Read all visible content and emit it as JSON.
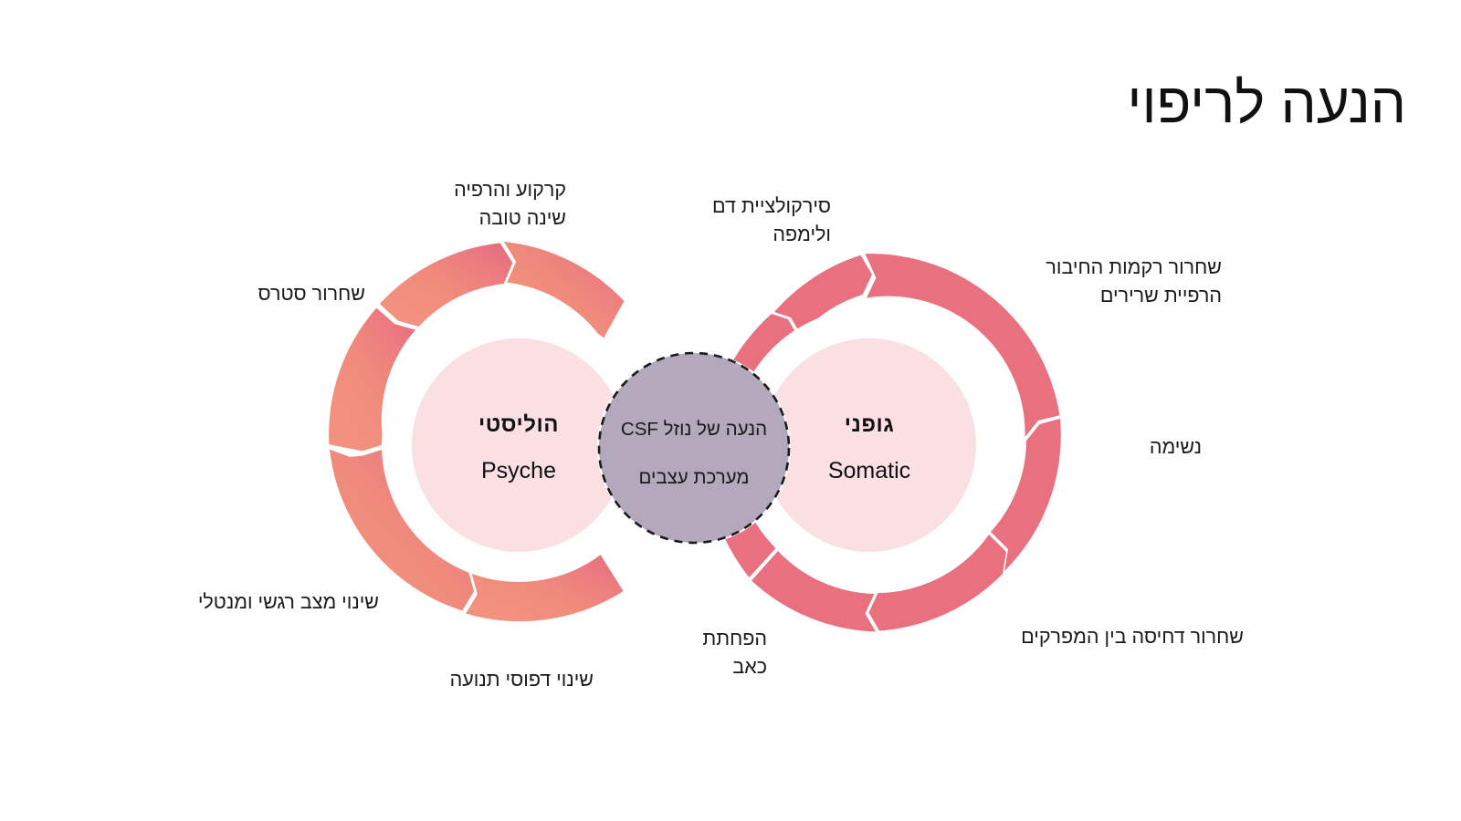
{
  "page": {
    "title": "הנעה לריפוי",
    "background": "#ffffff"
  },
  "colors": {
    "left_ring_start": "#F2917C",
    "left_ring_end": "#E8707F",
    "right_ring": "#E8707F",
    "inner_disc": "#FAE0E2",
    "center_disc": "#B4A8BC",
    "center_border": "#1a1a1a",
    "text": "#1a1a1a"
  },
  "left_lobe": {
    "core_hebrew": "הוליסטי",
    "core_english": "Psyche",
    "labels": [
      {
        "id": "grounding-relaxation",
        "text": "קרקוע והרפיה\nשינה טובה"
      },
      {
        "id": "stress-release",
        "text": "שחרור סטרס"
      },
      {
        "id": "emotional-mental-shift",
        "text": "שינוי מצב רגשי ומנטלי"
      },
      {
        "id": "movement-patterns",
        "text": "שינוי דפוסי תנועה"
      }
    ]
  },
  "right_lobe": {
    "core_hebrew": "גופני",
    "core_english": "Somatic",
    "labels": [
      {
        "id": "blood-lymph-circulation",
        "text": "סירקולציית דם\nולימפה"
      },
      {
        "id": "connective-tissue-release",
        "text": "שחרור רקמות החיבור\nהרפיית שרירים"
      },
      {
        "id": "breathing",
        "text": "נשימה"
      },
      {
        "id": "joint-decompression",
        "text": "שחרור דחיסה בין המפרקים"
      },
      {
        "id": "pain-reduction",
        "text": "הפחתת\nכאב"
      }
    ]
  },
  "center_node": {
    "line1": "הנעה של נוזל CSF",
    "line2": "מערכת עצבים"
  },
  "chart_data": {
    "type": "diagram",
    "layout": "dual-donut-infinity",
    "title": "הנעה לריפוי",
    "nodes": [
      {
        "name": "הוליסטי / Psyche",
        "segments": 4
      },
      {
        "name": "גופני / Somatic",
        "segments": 5
      },
      {
        "name": "הנעה של נוזל CSF / מערכת עצבים",
        "segments": 0
      }
    ]
  }
}
